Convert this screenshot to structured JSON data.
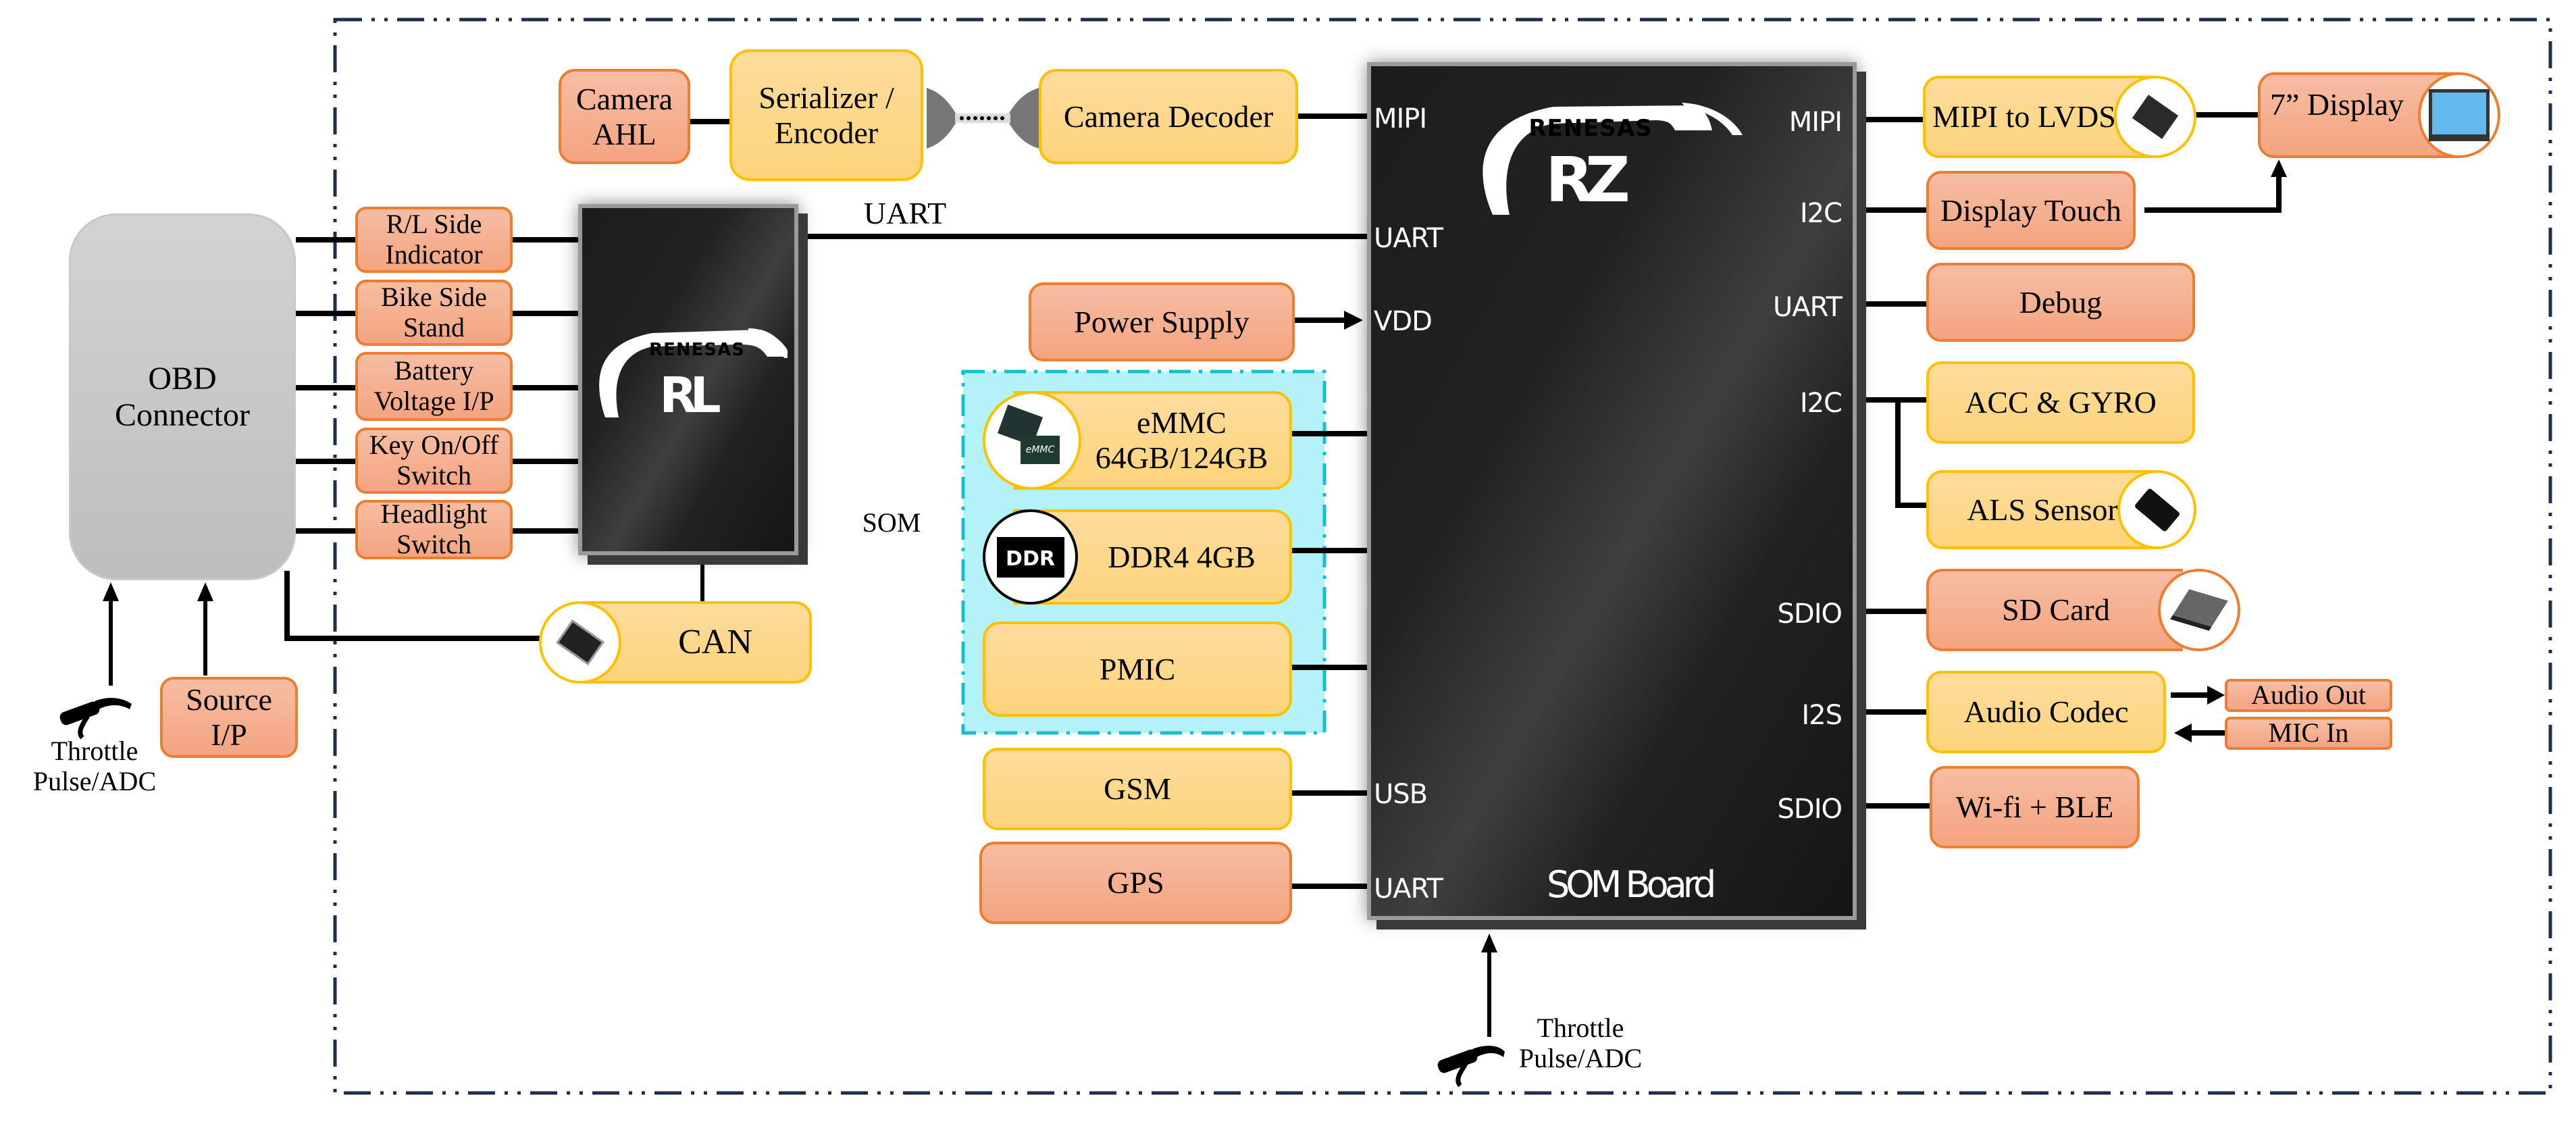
{
  "diagram": {
    "title": "E-bike instrument cluster block diagram",
    "colors": {
      "peach_fill": "#f4a480",
      "peach_border": "#ed7d31",
      "yellow_fill": "#fdd47c",
      "yellow_border": "#ffc000",
      "obd_fill": "#c8c8c8",
      "som_region_fill": "#b3f3f8",
      "som_region_border": "#17becf",
      "outer_border": "#1f2d4d",
      "chip_fill": "#1c1c1c"
    },
    "obd": {
      "line1": "OBD",
      "line2": "Connector"
    },
    "obd_inputs": [
      {
        "line1": "R/L Side",
        "line2": "Indicator"
      },
      {
        "line1": "Bike Side",
        "line2": "Stand"
      },
      {
        "line1": "Battery",
        "line2": "Voltage I/P"
      },
      {
        "line1": "Key On/Off",
        "line2": "Switch"
      },
      {
        "line1": "Headlight",
        "line2": "Switch"
      }
    ],
    "rl_chip": {
      "brand": "RENESAS",
      "family": "RL"
    },
    "can": {
      "label": "CAN",
      "icon": "rohm-chip-icon"
    },
    "throttle_left": {
      "line1": "Throttle",
      "line2": "Pulse/ADC",
      "icon": "throttle-grip-icon"
    },
    "source_ip": {
      "line1": "Source",
      "line2": "I/P"
    },
    "camera": {
      "line1": "Camera",
      "line2": "AHL"
    },
    "serializer": {
      "line1": "Serializer /",
      "line2": "Encoder"
    },
    "cable_icon": "coax-cable-icon",
    "camera_decoder": "Camera Decoder",
    "uart_link_label": "UART",
    "power_supply": "Power Supply",
    "som_label": "SOM",
    "emmc": {
      "line1": "eMMC",
      "line2": "64GB/124GB",
      "icon": "emmc-chip-icon"
    },
    "ddr": {
      "label": "DDR4 4GB",
      "icon_text": "DDR"
    },
    "pmic": "PMIC",
    "gsm": "GSM",
    "gps": "GPS",
    "rz_chip": {
      "brand": "RENESAS",
      "family": "RZ",
      "board_label": "SOM Board",
      "left_pins": [
        "MIPI",
        "UART",
        "VDD",
        "USB",
        "UART"
      ],
      "right_pins": [
        "MIPI",
        "I2C",
        "UART",
        "I2C",
        "SDIO",
        "I2S",
        "SDIO"
      ]
    },
    "right_blocks": {
      "mipi_lvds": "MIPI to LVDS",
      "display": "7” Display",
      "display_touch": "Display Touch",
      "debug": "Debug",
      "acc_gyro": "ACC & GYRO",
      "als": "ALS Sensor",
      "sd_card": "SD Card",
      "audio_codec": "Audio Codec",
      "audio_out": "Audio Out",
      "mic_in": "MIC In",
      "wifi": "Wi-fi + BLE"
    },
    "throttle_bottom": {
      "line1": "Throttle",
      "line2": "Pulse/ADC",
      "icon": "throttle-grip-icon"
    }
  }
}
